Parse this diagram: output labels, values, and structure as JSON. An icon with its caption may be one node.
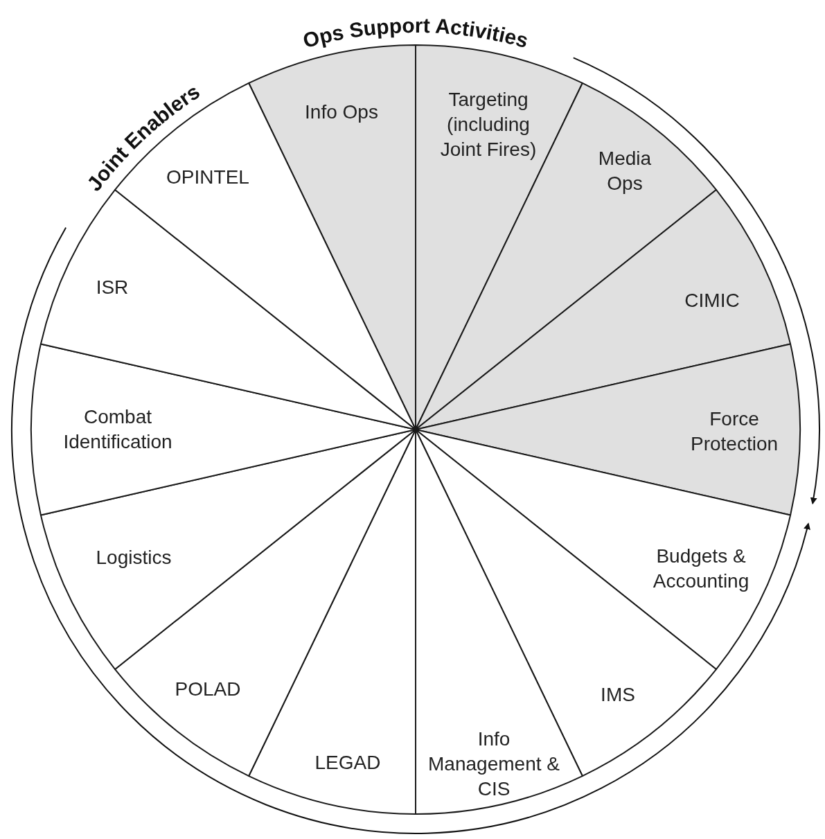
{
  "diagram": {
    "nodes": [
      {
        "text": [
          "Info Ops"
        ]
      },
      {
        "text": [
          "Targeting (including Joint Fires)"
        ]
      },
      {
        "text": [
          "Media Ops"
        ]
      },
      {
        "text": [
          "CIMIC"
        ]
      },
      {
        "text": [
          "Force Protection"
        ]
      },
      {
        "text": [
          "Budgets & Accounting"
        ]
      },
      {
        "text": [
          "IMS"
        ]
      },
      {
        "text": [
          "Info Management & CIS"
        ]
      },
      {
        "text": [
          "LEGAD"
        ]
      },
      {
        "text": [
          "POLAD"
        ]
      },
      {
        "text": [
          "Logistics"
        ]
      },
      {
        "text": [
          "Combat Identification"
        ]
      },
      {
        "text": [
          "ISR"
        ]
      },
      {
        "text": [
          "OPINTEL"
        ]
      }
    ],
    "edges": [],
    "labels": [
      "Ops Support Activities",
      "Joint Enablers"
    ]
  }
}
